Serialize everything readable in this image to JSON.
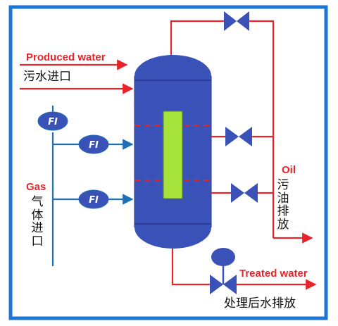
{
  "labels": {
    "produced_water_en": "Produced water",
    "produced_water_zh": "污水进口",
    "gas_en": "Gas",
    "gas_zh": "气体进口",
    "oil_en": "Oil",
    "oil_zh": "污油排放",
    "treated_water_en": "Treated water",
    "treated_water_zh": "处理后水排放"
  },
  "instruments": {
    "fi_1": "FI",
    "fi_2": "FI",
    "fi_3": "FI"
  },
  "colors": {
    "frame": "#1d76d6",
    "vessel": "#3a52b8",
    "vessel_outline": "#26358a",
    "pipe_red": "#e8242b",
    "pipe_blue": "#1f6fb4",
    "valve": "#3a52b8",
    "level_gauge": "#a6e43d"
  }
}
